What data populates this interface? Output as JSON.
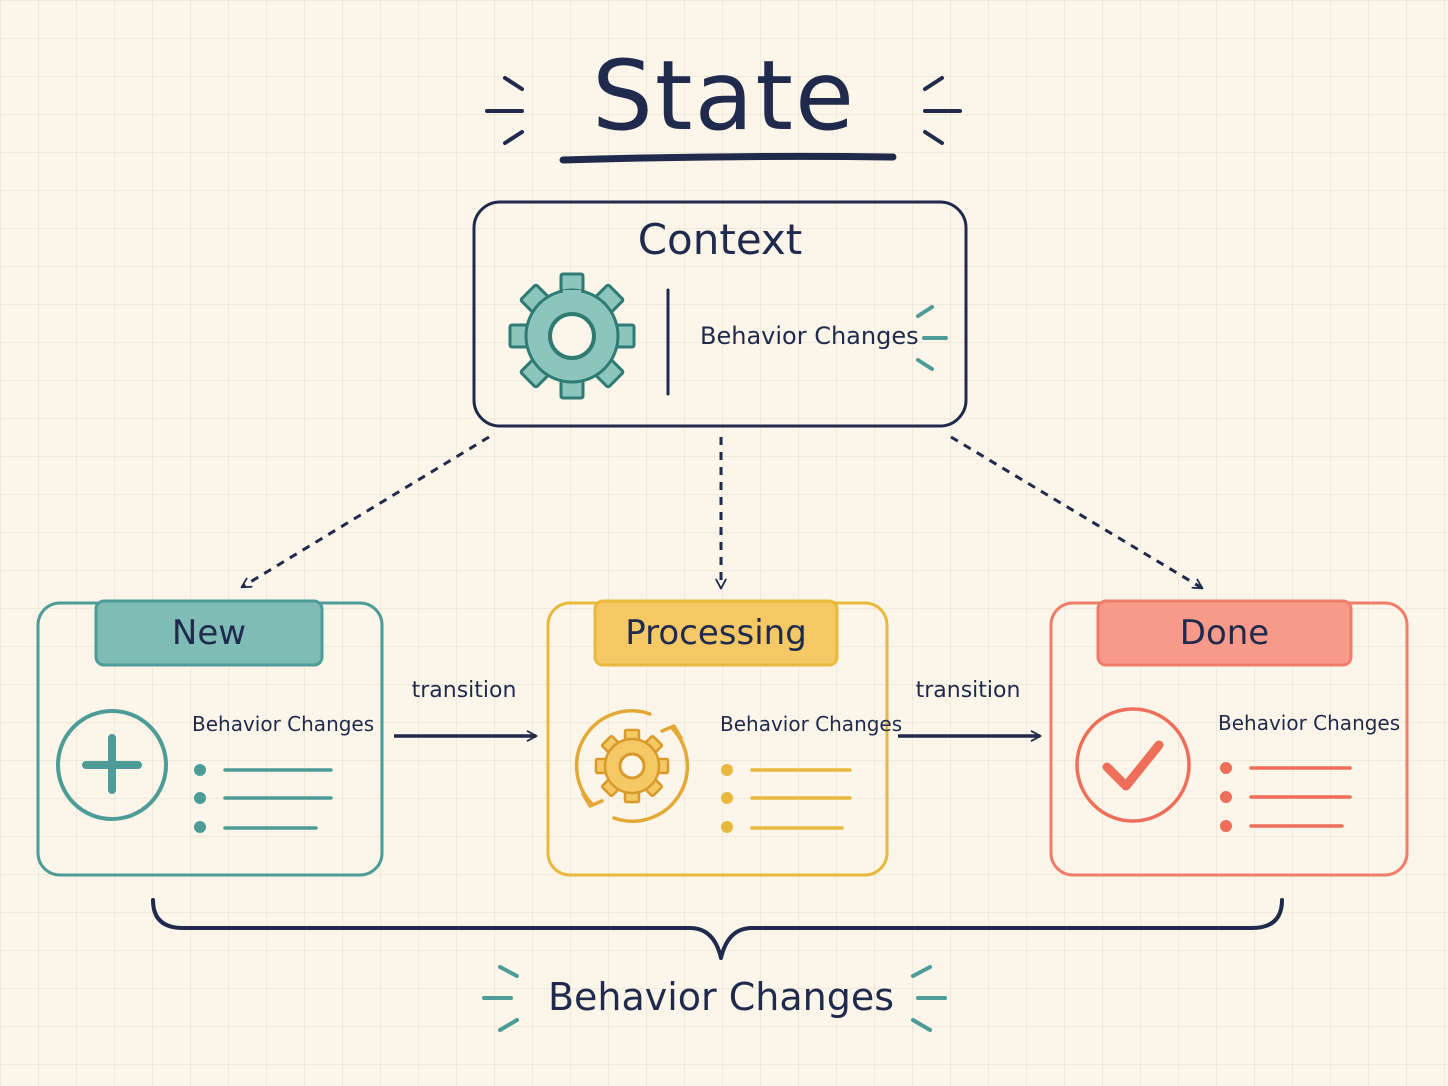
{
  "title": "State",
  "context": {
    "title": "Context",
    "label": "Behavior Changes",
    "icon": "gear-icon"
  },
  "states": [
    {
      "name": "New",
      "label": "Behavior Changes",
      "icon": "plus-circle-icon",
      "color": "#4e9c98",
      "fill": "#7fbcb5"
    },
    {
      "name": "Processing",
      "label": "Behavior Changes",
      "icon": "cycle-gear-icon",
      "color": "#e8b93c",
      "fill": "#f3c865"
    },
    {
      "name": "Done",
      "label": "Behavior Changes",
      "icon": "check-circle-icon",
      "color": "#ef7d6a",
      "fill": "#f79a8a"
    }
  ],
  "transitions": [
    {
      "label": "transition"
    },
    {
      "label": "transition"
    }
  ],
  "bottom_label": "Behavior Changes",
  "colors": {
    "ink": "#1f2a4d",
    "teal": "#4e9c98",
    "paper": "#fbf6e9"
  }
}
